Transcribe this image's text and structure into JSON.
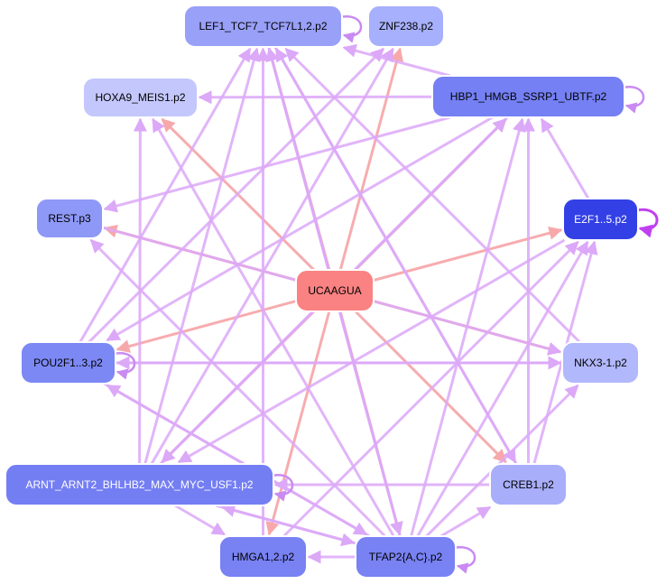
{
  "nodes": [
    {
      "id": "lef1",
      "label": "LEF1_TCF7_TCF7L1,2.p2",
      "fill": "#99a0f8",
      "text_color": "#000000"
    },
    {
      "id": "znf238",
      "label": "ZNF238.p2",
      "fill": "#a7b0fc",
      "text_color": "#000000"
    },
    {
      "id": "hoxa9",
      "label": "HOXA9_MEIS1.p2",
      "fill": "#c3c7fc",
      "text_color": "#000000"
    },
    {
      "id": "hbp1",
      "label": "HBP1_HMGB_SSRP1_UBTF.p2",
      "fill": "#7480f3",
      "text_color": "#000000"
    },
    {
      "id": "rest",
      "label": "REST.p3",
      "fill": "#8e98f6",
      "text_color": "#000000"
    },
    {
      "id": "e2f1",
      "label": "E2F1..5.p2",
      "fill": "#3340e6",
      "text_color": "#ffffff"
    },
    {
      "id": "ucaagua",
      "label": "UCAAGUA",
      "fill": "#fa8282",
      "text_color": "#000000"
    },
    {
      "id": "pou2f1",
      "label": "POU2F1..3.p2",
      "fill": "#7c88f4",
      "text_color": "#000000"
    },
    {
      "id": "nkx3",
      "label": "NKX3-1.p2",
      "fill": "#b2b8fc",
      "text_color": "#000000"
    },
    {
      "id": "arnt",
      "label": "ARNT_ARNT2_BHLHB2_MAX_MYC_USF1.p2",
      "fill": "#747ef3",
      "text_color": "#ffffff"
    },
    {
      "id": "creb1",
      "label": "CREB1.p2",
      "fill": "#a8aefa",
      "text_color": "#000000"
    },
    {
      "id": "hmga1",
      "label": "HMGA1,2.p2",
      "fill": "#7882f3",
      "text_color": "#000000"
    },
    {
      "id": "tfap2",
      "label": "TFAP2{A,C}.p2",
      "fill": "#7882f3",
      "text_color": "#000000"
    }
  ],
  "edges": [
    {
      "from": "ucaagua",
      "to": "lef1",
      "kind": "mirna"
    },
    {
      "from": "ucaagua",
      "to": "znf238",
      "kind": "mirna"
    },
    {
      "from": "ucaagua",
      "to": "hoxa9",
      "kind": "mirna"
    },
    {
      "from": "ucaagua",
      "to": "hbp1",
      "kind": "mirna"
    },
    {
      "from": "ucaagua",
      "to": "rest",
      "kind": "mirna"
    },
    {
      "from": "ucaagua",
      "to": "e2f1",
      "kind": "mirna"
    },
    {
      "from": "ucaagua",
      "to": "pou2f1",
      "kind": "mirna"
    },
    {
      "from": "ucaagua",
      "to": "nkx3",
      "kind": "mirna"
    },
    {
      "from": "ucaagua",
      "to": "arnt",
      "kind": "mirna"
    },
    {
      "from": "ucaagua",
      "to": "creb1",
      "kind": "mirna"
    },
    {
      "from": "ucaagua",
      "to": "hmga1",
      "kind": "mirna"
    },
    {
      "from": "ucaagua",
      "to": "tfap2",
      "kind": "mirna"
    },
    {
      "from": "hbp1",
      "to": "hoxa9",
      "kind": "tf"
    },
    {
      "from": "hbp1",
      "to": "lef1",
      "kind": "tf"
    },
    {
      "from": "hbp1",
      "to": "rest",
      "kind": "tf"
    },
    {
      "from": "hbp1",
      "to": "pou2f1",
      "kind": "tf"
    },
    {
      "from": "hbp1",
      "to": "arnt",
      "kind": "tf"
    },
    {
      "from": "arnt",
      "to": "lef1",
      "kind": "tf"
    },
    {
      "from": "arnt",
      "to": "hoxa9",
      "kind": "tf"
    },
    {
      "from": "arnt",
      "to": "znf238",
      "kind": "tf"
    },
    {
      "from": "arnt",
      "to": "hbp1",
      "kind": "tf"
    },
    {
      "from": "arnt",
      "to": "hmga1",
      "kind": "tf"
    },
    {
      "from": "arnt",
      "to": "tfap2",
      "kind": "tf"
    },
    {
      "from": "tfap2",
      "to": "lef1",
      "kind": "tf"
    },
    {
      "from": "tfap2",
      "to": "hoxa9",
      "kind": "tf"
    },
    {
      "from": "tfap2",
      "to": "rest",
      "kind": "tf"
    },
    {
      "from": "tfap2",
      "to": "e2f1",
      "kind": "tf"
    },
    {
      "from": "tfap2",
      "to": "pou2f1",
      "kind": "tf"
    },
    {
      "from": "tfap2",
      "to": "nkx3",
      "kind": "tf"
    },
    {
      "from": "tfap2",
      "to": "arnt",
      "kind": "tf"
    },
    {
      "from": "tfap2",
      "to": "creb1",
      "kind": "tf"
    },
    {
      "from": "tfap2",
      "to": "hmga1",
      "kind": "tf"
    },
    {
      "from": "tfap2",
      "to": "hbp1",
      "kind": "tf"
    },
    {
      "from": "creb1",
      "to": "lef1",
      "kind": "tf"
    },
    {
      "from": "creb1",
      "to": "arnt",
      "kind": "tf"
    },
    {
      "from": "creb1",
      "to": "e2f1",
      "kind": "tf"
    },
    {
      "from": "creb1",
      "to": "hbp1",
      "kind": "tf"
    },
    {
      "from": "pou2f1",
      "to": "lef1",
      "kind": "tf"
    },
    {
      "from": "pou2f1",
      "to": "nkx3",
      "kind": "tf"
    },
    {
      "from": "pou2f1",
      "to": "tfap2",
      "kind": "tf"
    },
    {
      "from": "pou2f1",
      "to": "znf238",
      "kind": "tf"
    },
    {
      "from": "nkx3",
      "to": "lef1",
      "kind": "tf"
    },
    {
      "from": "nkx3",
      "to": "pou2f1",
      "kind": "tf"
    },
    {
      "from": "e2f1",
      "to": "hbp1",
      "kind": "tf"
    },
    {
      "from": "e2f1",
      "to": "arnt",
      "kind": "tf"
    },
    {
      "from": "hmga1",
      "to": "lef1",
      "kind": "tf"
    },
    {
      "from": "hmga1",
      "to": "e2f1",
      "kind": "tf"
    },
    {
      "from": "lef1",
      "to": "creb1",
      "kind": "tf"
    },
    {
      "from": "lef1",
      "to": "tfap2",
      "kind": "tf"
    },
    {
      "from": "rest",
      "to": "nkx3",
      "kind": "tf"
    },
    {
      "from": "arnt",
      "to": "arnt",
      "kind": "self"
    },
    {
      "from": "tfap2",
      "to": "tfap2",
      "kind": "self"
    },
    {
      "from": "pou2f1",
      "to": "pou2f1",
      "kind": "self"
    },
    {
      "from": "lef1",
      "to": "lef1",
      "kind": "self"
    },
    {
      "from": "hbp1",
      "to": "hbp1",
      "kind": "self"
    },
    {
      "from": "e2f1",
      "to": "e2f1",
      "kind": "self"
    }
  ],
  "colors": {
    "mirna_edge": "#f7a8ab",
    "tf_edge": "#dca8f8",
    "self_edge": "#c98af2",
    "self_edge_strong": "#c040f0",
    "node_border": "#ffffff"
  }
}
